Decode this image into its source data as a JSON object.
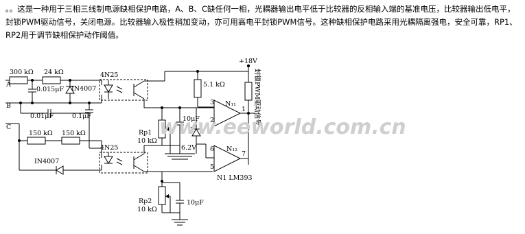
{
  "description": {
    "leading": "。。",
    "text": "这是一种用于三相三线制电源缺相保护电路，A、B、C缺任何一相，光耦器输出电平低于比较器的反相输入端的基准电压，比较器输出低电平，封锁PWM驱动信号，关闭电源。比较器输入极性稍加变动，亦可用高电平封锁PWM信号。这种缺相保护电路采用光耦隔离强电，安全可靠，RP1、RP2用于调节缺相保护动作阈值。"
  },
  "diagram": {
    "phases": [
      "A",
      "B",
      "C"
    ],
    "supply": "+18V",
    "r1": "300 kΩ",
    "r2": "24 kΩ",
    "c1": "0.015μF",
    "d1": "IN4007",
    "c2": "0.01μF",
    "c3": "0.1μF",
    "r3": "150 kΩ",
    "r4": "150 kΩ",
    "d2": "IN4007",
    "opto1": "4N25",
    "opto2": "4N25",
    "r5": "5.1 kΩ",
    "rp1_name": "Rp1",
    "rp1_value": "10 kΩ",
    "c4": "10μF",
    "zener": "6.2V",
    "rp2_name": "Rp2",
    "rp2_value": "10 kΩ",
    "c5": "10μF",
    "comp1": "N₁₁",
    "comp2": "N₁₂",
    "comp_label": "N1 LM393",
    "pin3": "3",
    "pin2": "2",
    "pin1": "1",
    "pin6": "6",
    "pin5": "5",
    "pin7": "7",
    "output_label": "封锁PWM驱动信号"
  },
  "watermark": "www.eeworld.com.cn"
}
